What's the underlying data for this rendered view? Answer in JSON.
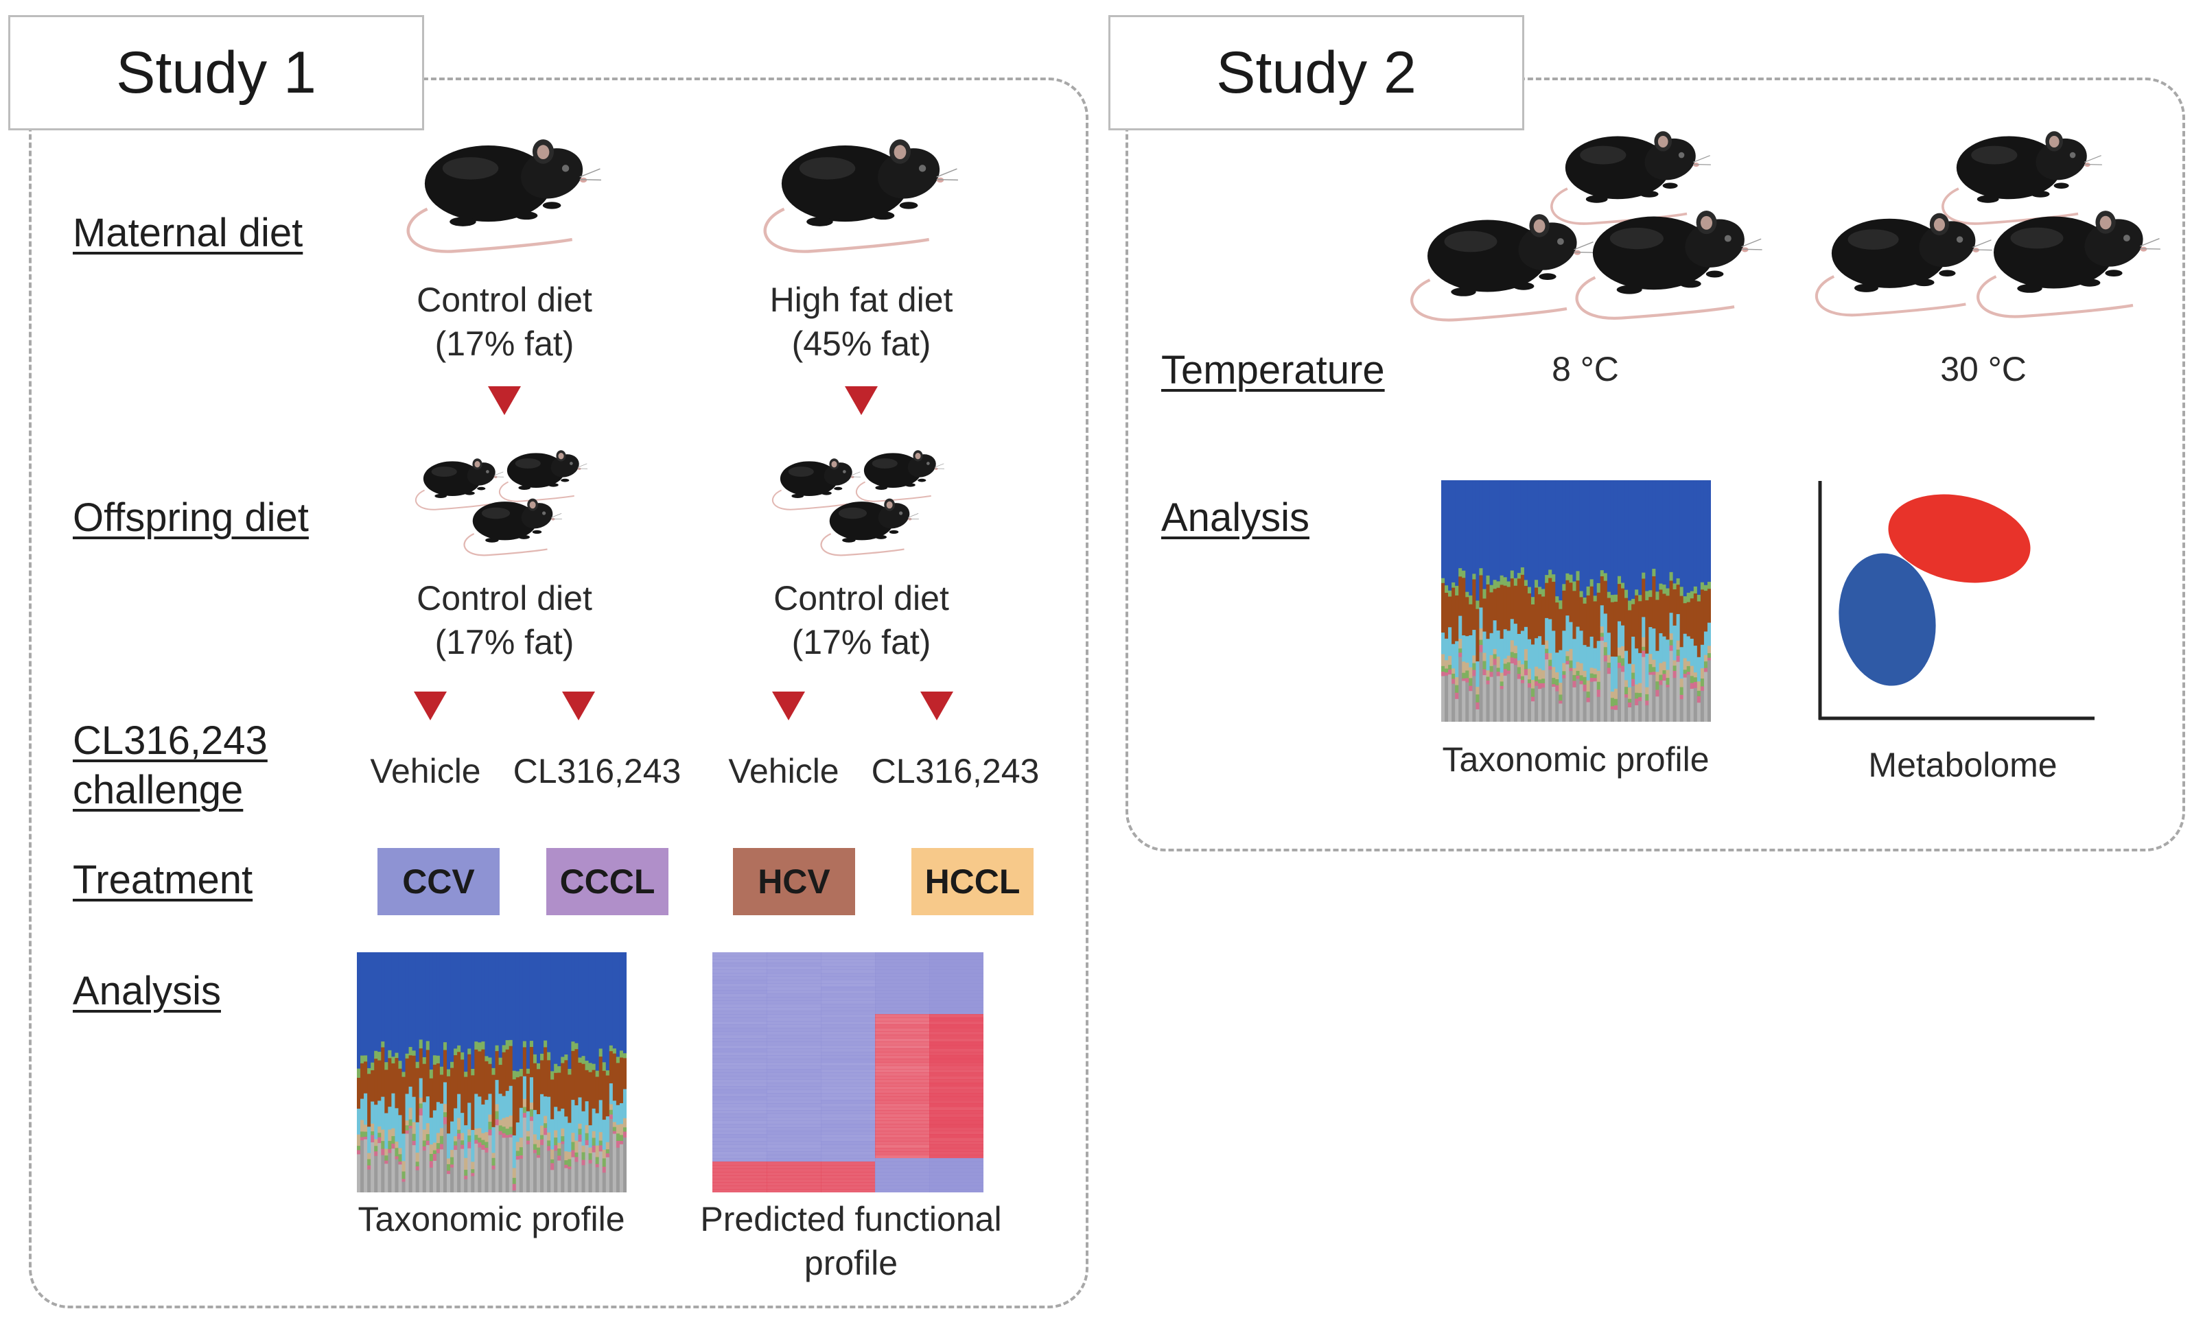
{
  "study1": {
    "title": "Study 1",
    "labels": {
      "maternal_diet": "Maternal diet",
      "offspring_diet": "Offspring diet",
      "challenge_line1": "CL316,243",
      "challenge_line2": "challenge",
      "treatment": "Treatment",
      "analysis": "Analysis"
    },
    "maternal": [
      {
        "line1": "Control diet",
        "line2": "(17% fat)"
      },
      {
        "line1": "High fat diet",
        "line2": "(45% fat)"
      }
    ],
    "offspring": [
      {
        "line1": "Control diet",
        "line2": "(17% fat)"
      },
      {
        "line1": "Control diet",
        "line2": "(17% fat)"
      }
    ],
    "challenge_groups": [
      "Vehicle",
      "CL316,243",
      "Vehicle",
      "CL316,243"
    ],
    "treatments": [
      {
        "label": "CCV",
        "color": "#8e93d3"
      },
      {
        "label": "CCCL",
        "color": "#b08fc9"
      },
      {
        "label": "HCV",
        "color": "#b1705d"
      },
      {
        "label": "HCCL",
        "color": "#f7c98a"
      }
    ],
    "analysis": {
      "taxonomic": "Taxonomic profile",
      "functional_line1": "Predicted functional",
      "functional_line2": "profile"
    }
  },
  "study2": {
    "title": "Study 2",
    "labels": {
      "temperature": "Temperature",
      "analysis": "Analysis"
    },
    "temperatures": [
      "8 °C",
      "30 °C"
    ],
    "analysis": {
      "taxonomic": "Taxonomic profile",
      "metabolome": "Metabolome"
    }
  },
  "colors": {
    "arrow": "#c0242b",
    "tax_blue": "#2c55b4",
    "tax_brown": "#9c4a19",
    "tax_cyan": "#6fc3da",
    "tax_green": "#7fb060",
    "tax_gray": "#9b9b9b",
    "heat_blue": "#8f8fd6",
    "heat_red": "#e4455a",
    "ellipse_red": "#e8332a",
    "ellipse_blue": "#2f5aa6"
  }
}
